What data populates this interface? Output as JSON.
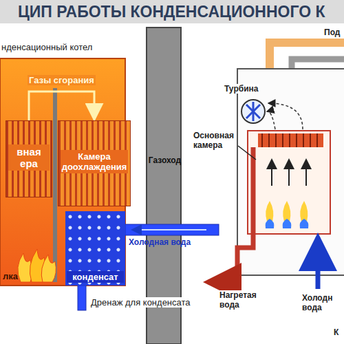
{
  "diagram": {
    "title": "ЦИП РАБОТЫ КОНДЕНСАЦИОННОГО К",
    "nodes": [
      {
        "text": [
          "нденсационный котел"
        ]
      },
      {
        "text": [
          "вная ера"
        ],
        "in": 0
      },
      {
        "text": [
          "Камера доохлаждения"
        ],
        "in": 0
      },
      {
        "text": [
          "конденсат"
        ],
        "in": 0
      },
      {
        "text": [
          "лка"
        ],
        "in": 0
      },
      {
        "text": [
          "Газоход"
        ]
      }
    ],
    "edges": [
      {
        "from": 1,
        "to": 2,
        "arrow": "to",
        "label": "Газы сгорания"
      }
    ],
    "labels": [
      "Холодная вода",
      "Дренаж для конденсата",
      "Под",
      "Турбина",
      "Основная камера",
      "Нагретая вода",
      "Холодн вода",
      "К"
    ]
  }
}
